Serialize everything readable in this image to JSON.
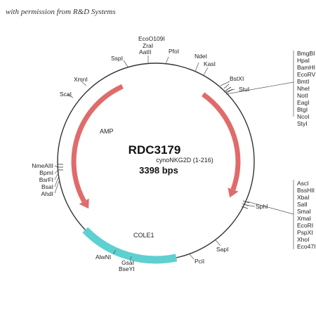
{
  "credit": "with permission from R&D Systems",
  "plasmid": {
    "name": "RDC3179",
    "size_label": "3398 bps",
    "insert_label": "cynoNKG2D (1-216)"
  },
  "features": {
    "amp": "AMP",
    "cole1": "COLE1"
  },
  "colors": {
    "backbone": "#333333",
    "amp_arrow": "#e06b6b",
    "insert_arrow": "#e06b6b",
    "cole1": "#5fd0d0"
  },
  "sites": {
    "top": [
      "EcoO109I",
      "ZraI",
      "AatII"
    ],
    "pfoi": "PfoI",
    "sspi": "SspI",
    "ndei": "NdeI",
    "kasi": "KasI",
    "xmni": "XmnI",
    "scai": "ScaI",
    "bstxi": "BstXI",
    "stui": "StuI",
    "right_group_1": [
      "BmgBI",
      "HpaI",
      "BamHI",
      "EcoRV",
      "BmtI",
      "NheI",
      "NotI",
      "EagI",
      "BtgI",
      "NcoI",
      "StyI"
    ],
    "left_group": [
      "NmeAIII",
      "BpmI",
      "BsrFI",
      "BsaI",
      "AhdI"
    ],
    "right_group_2": [
      "AscI",
      "BssHII",
      "XbaI",
      "SalI",
      "SmaI",
      "XmaI",
      "EcoRI",
      "PspXI",
      "XhoI",
      "Eco47III"
    ],
    "sphi": "SphI",
    "sapi": "SapI",
    "pcii": "PciI",
    "alwni": "AlwNI",
    "bottom": [
      "GsaI",
      "BseYI"
    ]
  }
}
